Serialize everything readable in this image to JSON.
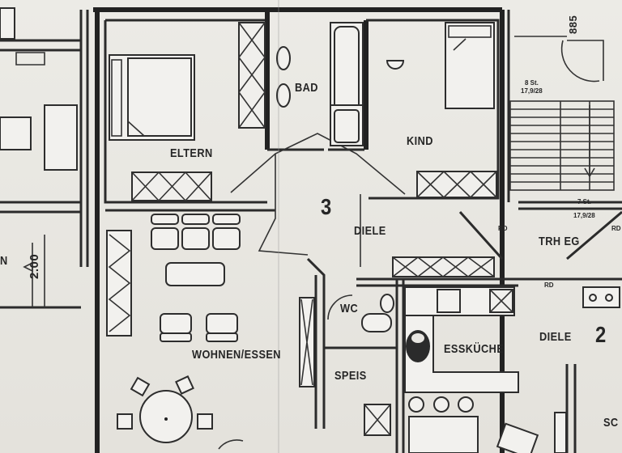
{
  "rooms": {
    "eltern": "ELTERN",
    "bad": "BAD",
    "kind": "KIND",
    "diele": "DIELE",
    "wohnen_essen": "WOHNEN/ESSEN",
    "wc": "WC",
    "speis": "SPEIS",
    "esskueche": "ESSKÜCHE",
    "trh_eg": "TRH EG",
    "diele_2": "DIELE",
    "sch_partial": "SC"
  },
  "unit_numbers": {
    "unit_3": "3",
    "unit_2": "2"
  },
  "dimensions": {
    "left_width": "2.00",
    "top_right": "885",
    "stair_partial": "N"
  },
  "stair_notes": {
    "upper": {
      "steps": "8 St.",
      "rise": "17,9/28"
    },
    "lower": {
      "steps": "7 St.",
      "rise": "17,9/28"
    }
  },
  "small_marks": {
    "rd_left": "RD",
    "rd_right": "RD",
    "rd_bottom": "RD"
  }
}
